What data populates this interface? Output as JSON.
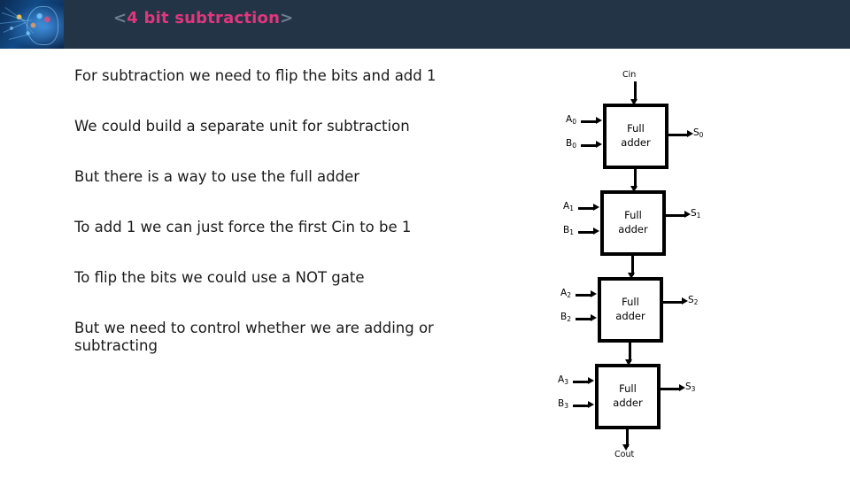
{
  "header": {
    "logo_icon": "ai-brain-head-logo",
    "title_open_bracket": "<",
    "title_text": "4 bit subtraction",
    "title_close_bracket": ">",
    "background_color": "#243447",
    "title_color": "#e0367d",
    "bracket_color": "#6e7f92"
  },
  "body": {
    "paragraphs": [
      "For subtraction we need to flip the bits and add 1",
      "We could build a separate unit for subtraction",
      "But there is a way to use the full adder",
      "To add 1 we can just force the first Cin to be 1",
      "To flip the bits we could use a NOT gate",
      "But we need to control whether we are adding or subtracting"
    ]
  },
  "diagram": {
    "name": "4-bit-ripple-carry-adder",
    "carry_in_label": "Cin",
    "carry_out_label": "Cout",
    "block_label_line1": "Full",
    "block_label_line2": "adder",
    "stages": [
      {
        "a": "A",
        "a_sub": "0",
        "b": "B",
        "b_sub": "0",
        "s": "S",
        "s_sub": "0"
      },
      {
        "a": "A",
        "a_sub": "1",
        "b": "B",
        "b_sub": "1",
        "s": "S",
        "s_sub": "1"
      },
      {
        "a": "A",
        "a_sub": "2",
        "b": "B",
        "b_sub": "2",
        "s": "S",
        "s_sub": "2"
      },
      {
        "a": "A",
        "a_sub": "3",
        "b": "B",
        "b_sub": "3",
        "s": "S",
        "s_sub": "3"
      }
    ]
  }
}
